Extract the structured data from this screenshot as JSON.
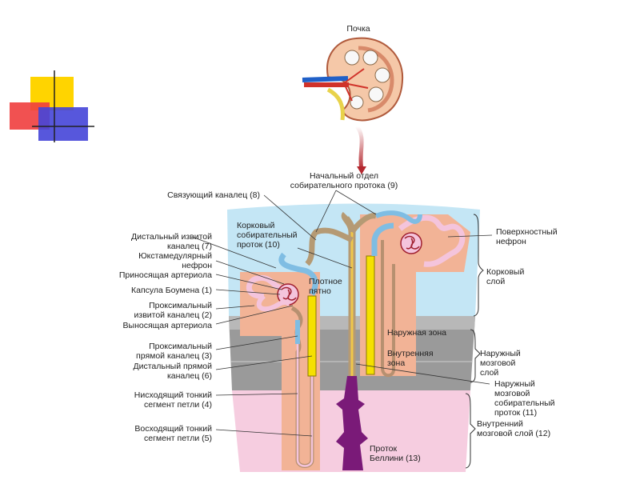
{
  "kidney_title": "Почка",
  "labels": {
    "initial_collecting": [
      "Начальный отдел",
      "собирательного протока (9)"
    ],
    "connecting": [
      "Связующий каналец (8)"
    ],
    "distal_convoluted": [
      "Дистальный извитой",
      "каналец (7)"
    ],
    "juxtamedullary": [
      "Юкстамедулярный",
      "нефрон"
    ],
    "afferent": [
      "Приносящая артериола"
    ],
    "bowman": [
      "Капсула Боумена (1)"
    ],
    "proximal_convoluted": [
      "Проксимальный",
      "извитой каналец (2)"
    ],
    "efferent": [
      "Выносящая артериола"
    ],
    "proximal_straight": [
      "Проксимальный",
      "прямой каналец (3)"
    ],
    "distal_straight": [
      "Дистальный прямой",
      "каналец (6)"
    ],
    "descending_thin": [
      "Нисходящий тонкий",
      "сегмент петли (4)"
    ],
    "ascending_thin": [
      "Восходящий тонкий",
      "сегмент петли (5)"
    ],
    "superficial_nephron": [
      "Поверхностный",
      "нефрон"
    ],
    "cortex": [
      "Корковый",
      "слой"
    ],
    "outer_medulla": [
      "Наружный",
      "мозговой",
      "слой"
    ],
    "outer_medullary_collecting": [
      "Наружный",
      "мозговой",
      "собирательный",
      "проток (11)"
    ],
    "inner_medulla": [
      "Внутренний",
      "мозговой слой (12)"
    ],
    "cortical_collecting": [
      "Корковый",
      "собирательный",
      "проток (10)"
    ],
    "macula_densa": [
      "Плотное",
      "пятно"
    ],
    "outer_zone": [
      "Наружная зона"
    ],
    "inner_zone": [
      "Внутренняя",
      "зона"
    ],
    "bellini": [
      "Проток",
      "Беллини (13)"
    ]
  },
  "colors": {
    "cortex": "#c4e6f5",
    "outer_medulla": "#9a9a9a",
    "inner_medulla": "#f6cde0",
    "nephron_bg": "#f2b396",
    "proximal": "#f4c4dc",
    "distal": "#7fbde3",
    "thick_segment": "#f5e000",
    "collecting": "#b59a74",
    "bellini_duct": "#7a1a78",
    "arrow": "#b4282f"
  }
}
